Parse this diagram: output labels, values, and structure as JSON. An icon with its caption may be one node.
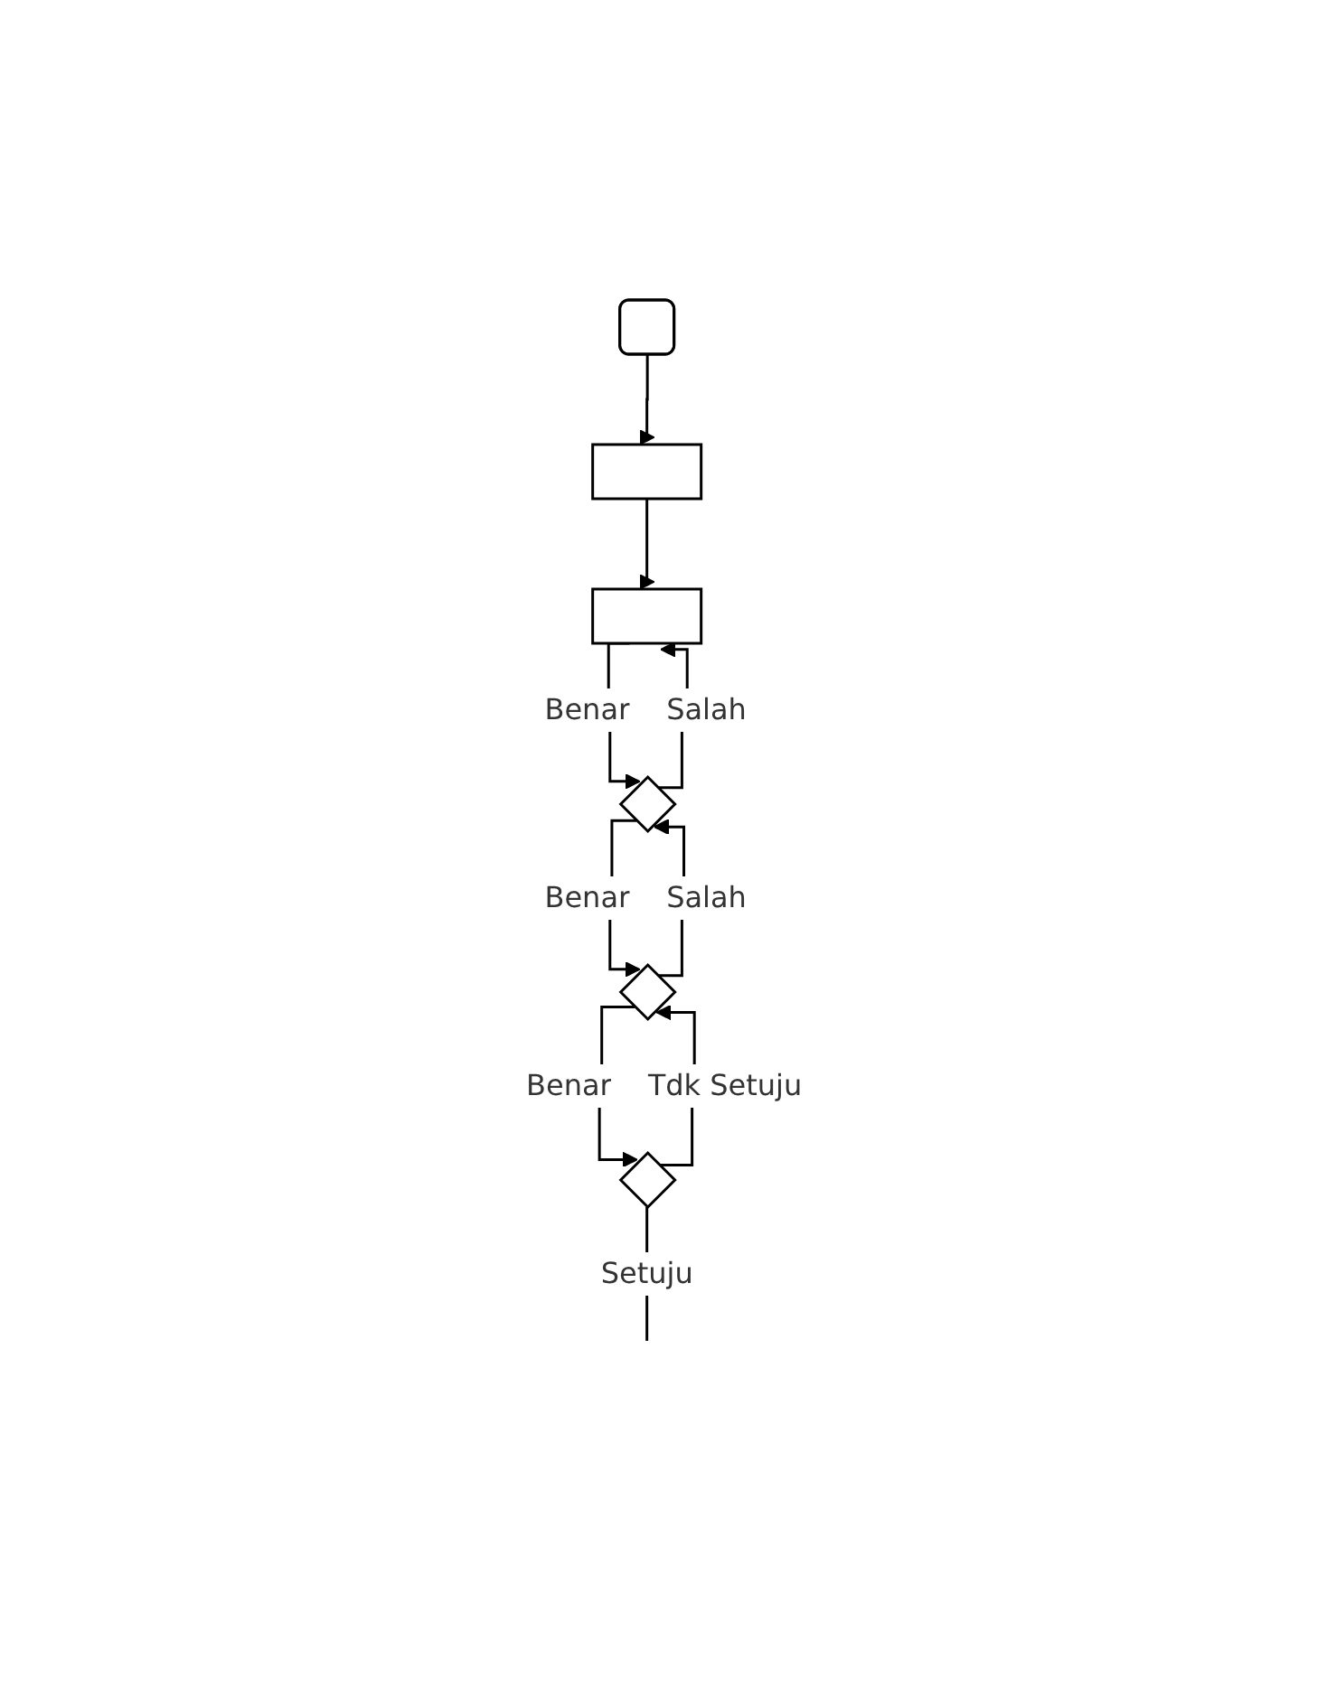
{
  "diagram": {
    "nodes": [
      {
        "text": [],
        "shape": "box"
      },
      {
        "text": [],
        "shape": "box"
      },
      {
        "text": [],
        "shape": "box"
      },
      {
        "text": [],
        "shape": "diamond"
      },
      {
        "text": [],
        "shape": "diamond"
      },
      {
        "text": [],
        "shape": "diamond"
      }
    ],
    "edges": [
      {
        "from": 0,
        "to": 1,
        "arrow": "to"
      },
      {
        "from": 1,
        "to": 2,
        "arrow": "to"
      },
      {
        "from": 2,
        "to": 3,
        "label": "Benar",
        "arrow": "to"
      },
      {
        "from": 3,
        "to": 2,
        "label": "Salah",
        "arrow": "to"
      },
      {
        "from": 3,
        "to": 4,
        "label": "Benar",
        "arrow": "to"
      },
      {
        "from": 4,
        "to": 3,
        "label": "Salah",
        "arrow": "to"
      },
      {
        "from": 4,
        "to": 5,
        "label": "Benar",
        "arrow": "to"
      },
      {
        "from": 5,
        "to": 4,
        "label": "Tdk Setuju",
        "arrow": "to"
      },
      {
        "from": 5,
        "to": null,
        "label": "Setuju",
        "arrow": "none"
      }
    ]
  }
}
